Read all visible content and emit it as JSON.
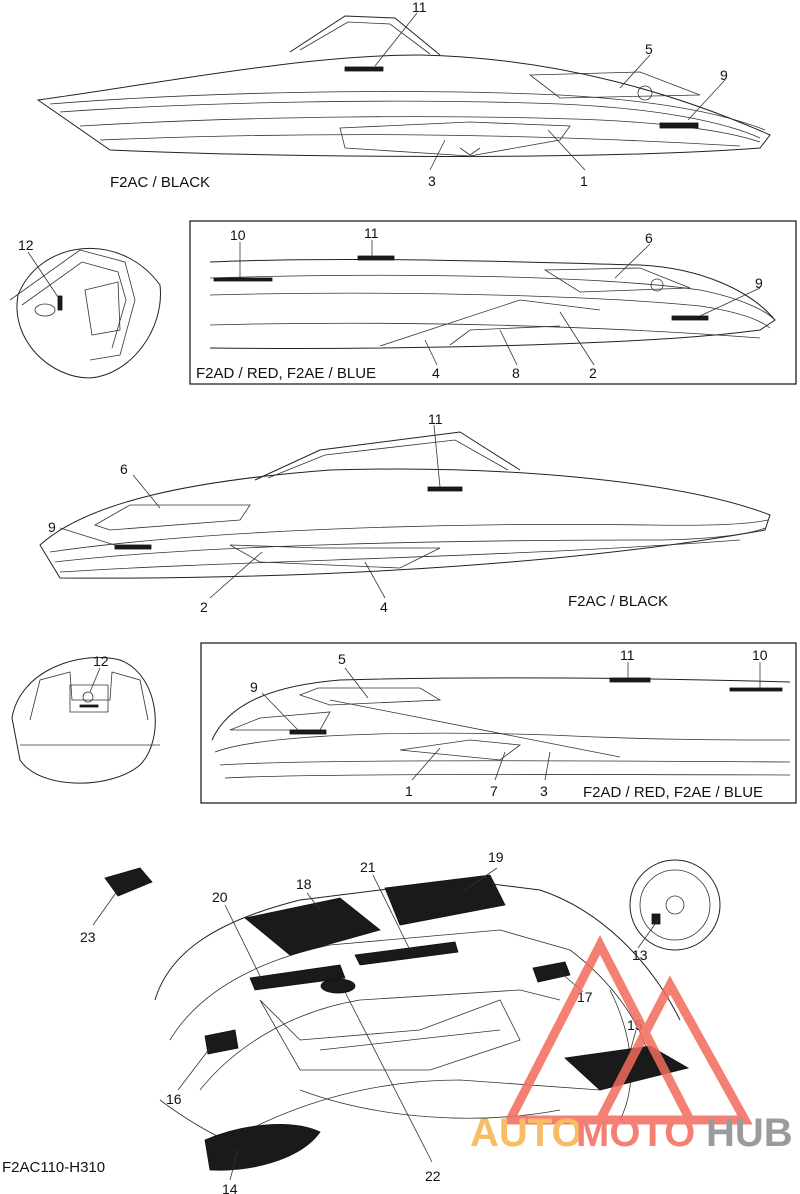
{
  "captions": {
    "top_variant": "F2AC / BLACK",
    "second_variant": "F2AD / RED,  F2AE / BLUE",
    "third_variant": "F2AC / BLACK",
    "fourth_variant": "F2AD / RED,  F2AE / BLUE",
    "part_code": "F2AC110-H310"
  },
  "callouts": {
    "v1": {
      "n11": "11",
      "n5": "5",
      "n9": "9",
      "n3": "3",
      "n1": "1"
    },
    "v2": {
      "n10": "10",
      "n11": "11",
      "n6": "6",
      "n9": "9",
      "n4": "4",
      "n8": "8",
      "n2": "2"
    },
    "detail_a": {
      "n12": "12"
    },
    "v3": {
      "n11": "11",
      "n6": "6",
      "n9": "9",
      "n2": "2",
      "n4": "4"
    },
    "detail_b": {
      "n12": "12"
    },
    "v4": {
      "n5": "5",
      "n11": "11",
      "n10": "10",
      "n9": "9",
      "n1": "1",
      "n7": "7",
      "n3": "3"
    },
    "interior": {
      "n19": "19",
      "n21": "21",
      "n18": "18",
      "n20": "20",
      "n23": "23",
      "n13": "13",
      "n17": "17",
      "n15": "15",
      "n16": "16",
      "n22": "22",
      "n14": "14"
    }
  },
  "watermark": {
    "part1": "AUTO",
    "part2": "MOTO",
    "part3": "HUB",
    "color_red": "#f26b5b",
    "color_orange": "#f7b24a",
    "color_gray": "#8a8a8a"
  }
}
